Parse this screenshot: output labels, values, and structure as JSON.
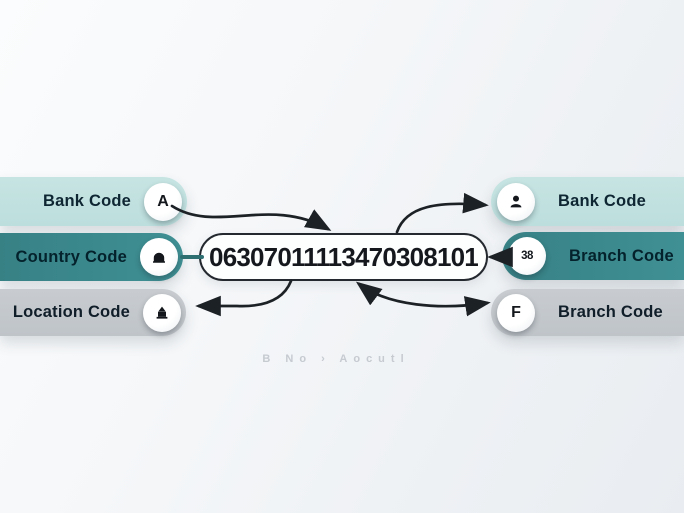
{
  "diagram": {
    "title_hint": "bank code number breakdown",
    "center_code": "06307011113470308101",
    "caption": "B No › Aocutl",
    "left_pills": [
      {
        "label": "Bank Code",
        "icon": "letter-a-icon",
        "icon_text": "A",
        "variant": "mint"
      },
      {
        "label": "Country Code",
        "icon": "building-icon",
        "icon_text": "",
        "variant": "teal"
      },
      {
        "label": "Location Code",
        "icon": "landmark-icon",
        "icon_text": "",
        "variant": "gray"
      }
    ],
    "right_pills": [
      {
        "label": "Bank Code",
        "icon": "person-icon",
        "icon_text": "",
        "variant": "mint"
      },
      {
        "label": "Branch Code",
        "icon": "number-38-icon",
        "icon_text": "38",
        "variant": "teal"
      },
      {
        "label": "Branch Code",
        "icon": "letter-f-icon",
        "icon_text": "F",
        "variant": "gray"
      }
    ],
    "colors": {
      "mint": "#c0e1df",
      "teal": "#3b8c8f",
      "gray": "#c4c9ce",
      "arrow": "#1c2126",
      "connector": "#2e6f72",
      "code_text": "#15191e"
    }
  }
}
